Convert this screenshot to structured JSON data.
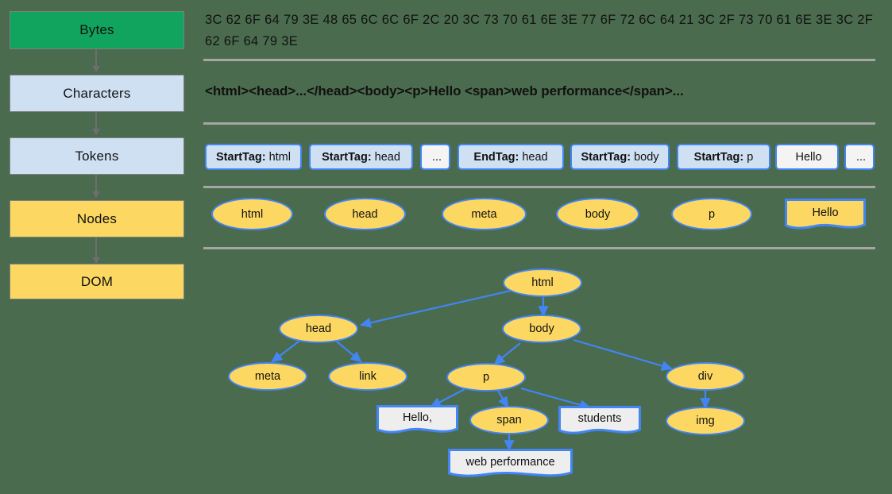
{
  "pipeline": {
    "stages": [
      {
        "label": "Bytes",
        "color": "#10a45e"
      },
      {
        "label": "Characters",
        "color": "#cfe0f3"
      },
      {
        "label": "Tokens",
        "color": "#cfe0f3"
      },
      {
        "label": "Nodes",
        "color": "#fcd862"
      },
      {
        "label": "DOM",
        "color": "#fcd862"
      }
    ]
  },
  "bytes_row": {
    "hex": "3C 62 6F 64 79 3E 48 65 6C 6C 6F 2C 20 3C 73 70 61 6E 3E 77 6F 72 6C 64 21 3C 2F 73 70 61 6E 3E 3C 2F 62 6F 64 79 3E"
  },
  "characters_row": {
    "markup": "<html><head>...</head><body><p>Hello <span>web performance</span>..."
  },
  "tokens_row": {
    "tokens": [
      {
        "kind": "StartTag:",
        "value": "html",
        "style": "tag"
      },
      {
        "kind": "StartTag:",
        "value": "head",
        "style": "tag"
      },
      {
        "kind": "",
        "value": "...",
        "style": "plain"
      },
      {
        "kind": "EndTag:",
        "value": "head",
        "style": "tag"
      },
      {
        "kind": "StartTag:",
        "value": "body",
        "style": "tag"
      },
      {
        "kind": "StartTag:",
        "value": "p",
        "style": "tag"
      },
      {
        "kind": "",
        "value": "Hello",
        "style": "tag"
      },
      {
        "kind": "",
        "value": "...",
        "style": "plain"
      }
    ]
  },
  "nodes_row": {
    "nodes": [
      {
        "label": "html",
        "shape": "ellipse"
      },
      {
        "label": "head",
        "shape": "ellipse"
      },
      {
        "label": "meta",
        "shape": "ellipse"
      },
      {
        "label": "body",
        "shape": "ellipse"
      },
      {
        "label": "p",
        "shape": "ellipse"
      },
      {
        "label": "Hello",
        "shape": "note"
      }
    ]
  },
  "dom_tree": {
    "nodes": [
      {
        "id": "html",
        "label": "html",
        "shape": "ellipse"
      },
      {
        "id": "head",
        "label": "head",
        "shape": "ellipse"
      },
      {
        "id": "body",
        "label": "body",
        "shape": "ellipse"
      },
      {
        "id": "meta",
        "label": "meta",
        "shape": "ellipse"
      },
      {
        "id": "link",
        "label": "link",
        "shape": "ellipse"
      },
      {
        "id": "p",
        "label": "p",
        "shape": "ellipse"
      },
      {
        "id": "div",
        "label": "div",
        "shape": "ellipse"
      },
      {
        "id": "hello",
        "label": "Hello,",
        "shape": "note"
      },
      {
        "id": "span",
        "label": "span",
        "shape": "ellipse"
      },
      {
        "id": "students",
        "label": "students",
        "shape": "note"
      },
      {
        "id": "img",
        "label": "img",
        "shape": "ellipse"
      },
      {
        "id": "webperf",
        "label": "web performance",
        "shape": "note"
      }
    ],
    "edges": [
      {
        "from": "html",
        "to": "head"
      },
      {
        "from": "html",
        "to": "body"
      },
      {
        "from": "head",
        "to": "meta"
      },
      {
        "from": "head",
        "to": "link"
      },
      {
        "from": "body",
        "to": "p"
      },
      {
        "from": "body",
        "to": "div"
      },
      {
        "from": "p",
        "to": "hello"
      },
      {
        "from": "p",
        "to": "span"
      },
      {
        "from": "p",
        "to": "students"
      },
      {
        "from": "div",
        "to": "img"
      },
      {
        "from": "span",
        "to": "webperf"
      }
    ]
  },
  "colors": {
    "background": "#4b6b4e",
    "green": "#10a45e",
    "light_blue": "#cfe0f3",
    "yellow": "#fcd862",
    "accent_blue": "#4285f4",
    "divider_gray": "#a6a6a6",
    "arrow_gray": "#6e6e6e",
    "note_gray": "#eeeeee"
  }
}
